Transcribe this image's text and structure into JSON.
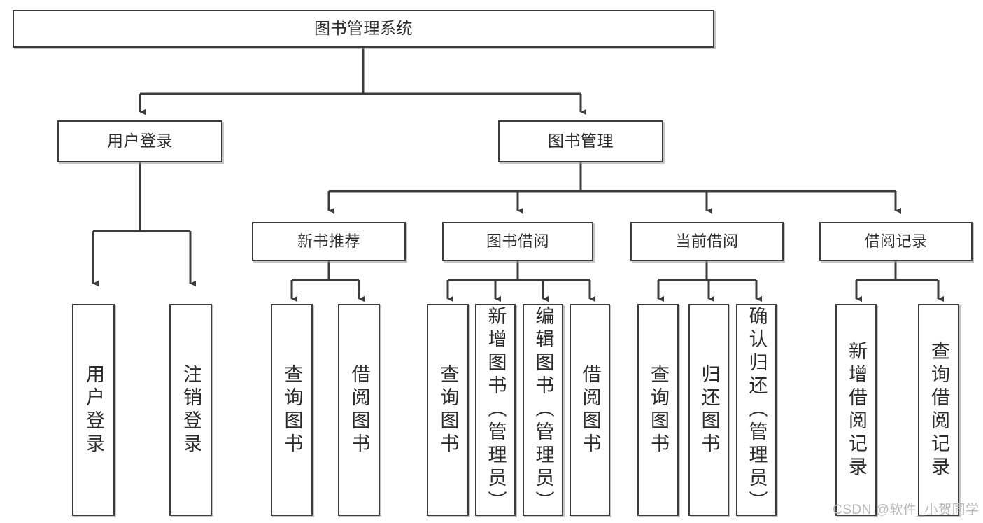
{
  "diagram": {
    "type": "tree-hierarchy-chart",
    "title": "图书管理系统",
    "watermark": "CSDN @软件_小贺同学",
    "colors": {
      "box_border": "#3c3c3c",
      "box_fill": "#ffffff",
      "connector": "#3c3c3c",
      "text": "#2b2b2b",
      "watermark": "#b9b9b9"
    },
    "nodes": {
      "root": {
        "label": "图书管理系统"
      },
      "level1": [
        {
          "label": "用户登录"
        },
        {
          "label": "图书管理"
        }
      ],
      "level2": [
        {
          "label": "新书推荐"
        },
        {
          "label": "图书借阅"
        },
        {
          "label": "当前借阅"
        },
        {
          "label": "借阅记录"
        }
      ],
      "leaves": {
        "user_login": [
          {
            "label": "用户登录"
          },
          {
            "label": "注销登录"
          }
        ],
        "new_book_recommend": [
          {
            "label": "查询图书"
          },
          {
            "label": "借阅图书"
          }
        ],
        "book_borrow": [
          {
            "label": "查询图书"
          },
          {
            "label": "新增图书（管理员）"
          },
          {
            "label": "编辑图书（管理员）"
          },
          {
            "label": "借阅图书"
          }
        ],
        "current_borrow": [
          {
            "label": "查询图书"
          },
          {
            "label": "归还图书"
          },
          {
            "label": "确认归还（管理员）"
          }
        ],
        "borrow_records": [
          {
            "label": "新增借阅记录"
          },
          {
            "label": "查询借阅记录"
          }
        ]
      }
    }
  }
}
